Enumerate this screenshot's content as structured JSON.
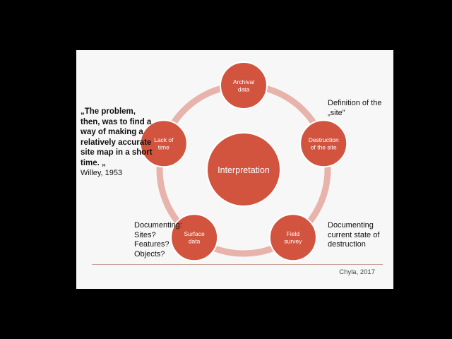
{
  "diagram": {
    "center": "Interpretation",
    "nodes": [
      {
        "id": "archival",
        "lines": [
          "Archival",
          "data"
        ]
      },
      {
        "id": "destruction",
        "lines": [
          "Destruction",
          "of the site"
        ]
      },
      {
        "id": "field",
        "lines": [
          "Field",
          "survey"
        ]
      },
      {
        "id": "surface",
        "lines": [
          "Surface",
          "data"
        ]
      },
      {
        "id": "lack",
        "lines": [
          "Lack of",
          "time"
        ]
      }
    ],
    "colors": {
      "node_fill": "#d2543f",
      "node_stroke": "#ffffff",
      "ring": "#e8b3ab",
      "text": "#ffffff"
    }
  },
  "quote": {
    "text": "„The problem, then, was to find a way of making a relatively accurate site map in a short time. „",
    "author": "Willey, 1953"
  },
  "annotations": {
    "definition": "Definition of the\n„site\"",
    "destruction": "Documenting\ncurrent state of\ndestruction",
    "documenting": "Documenting:\nSites?\nFeatures?\nObjects?"
  },
  "credit": "Chyla, 2017"
}
